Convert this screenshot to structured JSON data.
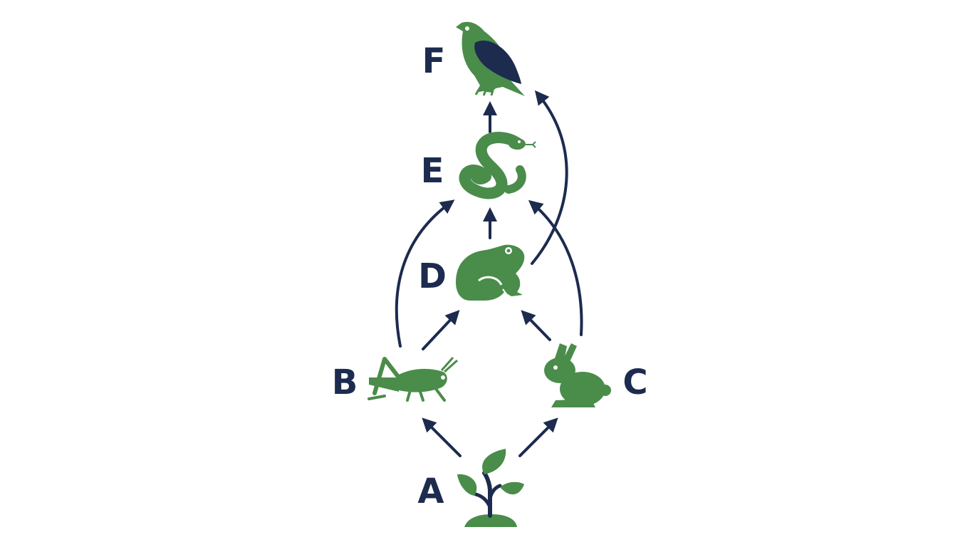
{
  "colors": {
    "organism": "#4a8c4a",
    "ink": "#1c2b4e",
    "background": "#ffffff"
  },
  "nodes": {
    "A": {
      "label": "A",
      "icon": "seedling-icon"
    },
    "B": {
      "label": "B",
      "icon": "grasshopper-icon"
    },
    "C": {
      "label": "C",
      "icon": "rabbit-icon"
    },
    "D": {
      "label": "D",
      "icon": "frog-icon"
    },
    "E": {
      "label": "E",
      "icon": "snake-icon"
    },
    "F": {
      "label": "F",
      "icon": "hawk-icon"
    }
  },
  "edges": [
    {
      "from": "A",
      "to": "B"
    },
    {
      "from": "A",
      "to": "C"
    },
    {
      "from": "B",
      "to": "D"
    },
    {
      "from": "C",
      "to": "D"
    },
    {
      "from": "B",
      "to": "E"
    },
    {
      "from": "C",
      "to": "E"
    },
    {
      "from": "D",
      "to": "E"
    },
    {
      "from": "D",
      "to": "F"
    },
    {
      "from": "E",
      "to": "F"
    }
  ]
}
